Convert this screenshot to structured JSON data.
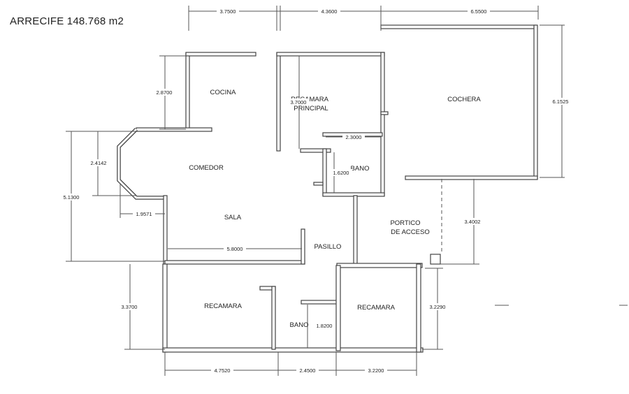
{
  "title": "ARRECIFE 148.768 m2",
  "rooms": {
    "cocina": "COCINA",
    "recamara_principal_1": "RECAMARA",
    "recamara_principal_2": "PRINCIPAL",
    "cochera": "COCHERA",
    "comedor": "COMEDOR",
    "bano_principal": "BANO",
    "sala": "SALA",
    "portico_1": "PORTICO",
    "portico_2": "DE ACCESO",
    "pasillo": "PASILLO",
    "recamara_izq": "RECAMARA",
    "recamara_der": "RECAMARA",
    "bano": "BANO"
  },
  "dimensions": {
    "top_1": "3.7500",
    "top_2": "4.3600",
    "top_3": "6.5500",
    "cocina_h": "2.8700",
    "recamara_principal_h": "3.7000",
    "bano_principal_w": "2.3000",
    "bano_principal_h": "1.6200",
    "cochera_h": "6.1525",
    "comedor_h": "2.4142",
    "left_total": "5.1300",
    "bay_w": "1.9571",
    "sala_w": "5.8000",
    "portico_h": "3.4002",
    "recamara_izq_h": "3.3700",
    "bano_h": "1.8200",
    "recamara_der_h": "3.2290",
    "bottom_1": "4.7520",
    "bottom_2": "2.4500",
    "bottom_3": "3.2200"
  }
}
